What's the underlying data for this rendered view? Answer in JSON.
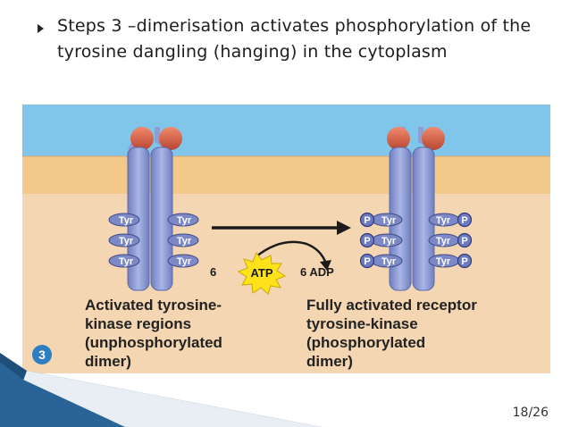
{
  "slide": {
    "bullet_text": "Steps 3 –dimerisation activates phosphorylation of the tyrosine dangling (hanging) in the cytoplasm",
    "slide_number": "18/26"
  },
  "figure": {
    "step_number": "3",
    "tyr_label": "Tyr",
    "phosphate_label": "P",
    "atp_count": "6",
    "atp_label": "ATP",
    "adp_label": "6 ADP",
    "left_caption": [
      "Activated tyrosine-",
      "kinase regions",
      "(unphosphorylated",
      "dimer)"
    ],
    "right_caption": [
      "Fully activated receptor",
      "tyrosine-kinase",
      "(phosphorylated",
      "dimer)"
    ],
    "colors": {
      "extracellular": "#7fc6ea",
      "membrane": "#f3c98a",
      "cytoplasm": "#f5d6b3",
      "receptor": "#8e9dd6",
      "ligand": "#d45f46",
      "tyr_oval": "#7d89c7",
      "phosphate": "#6878c0",
      "atp_star": "#ffe21a"
    }
  }
}
